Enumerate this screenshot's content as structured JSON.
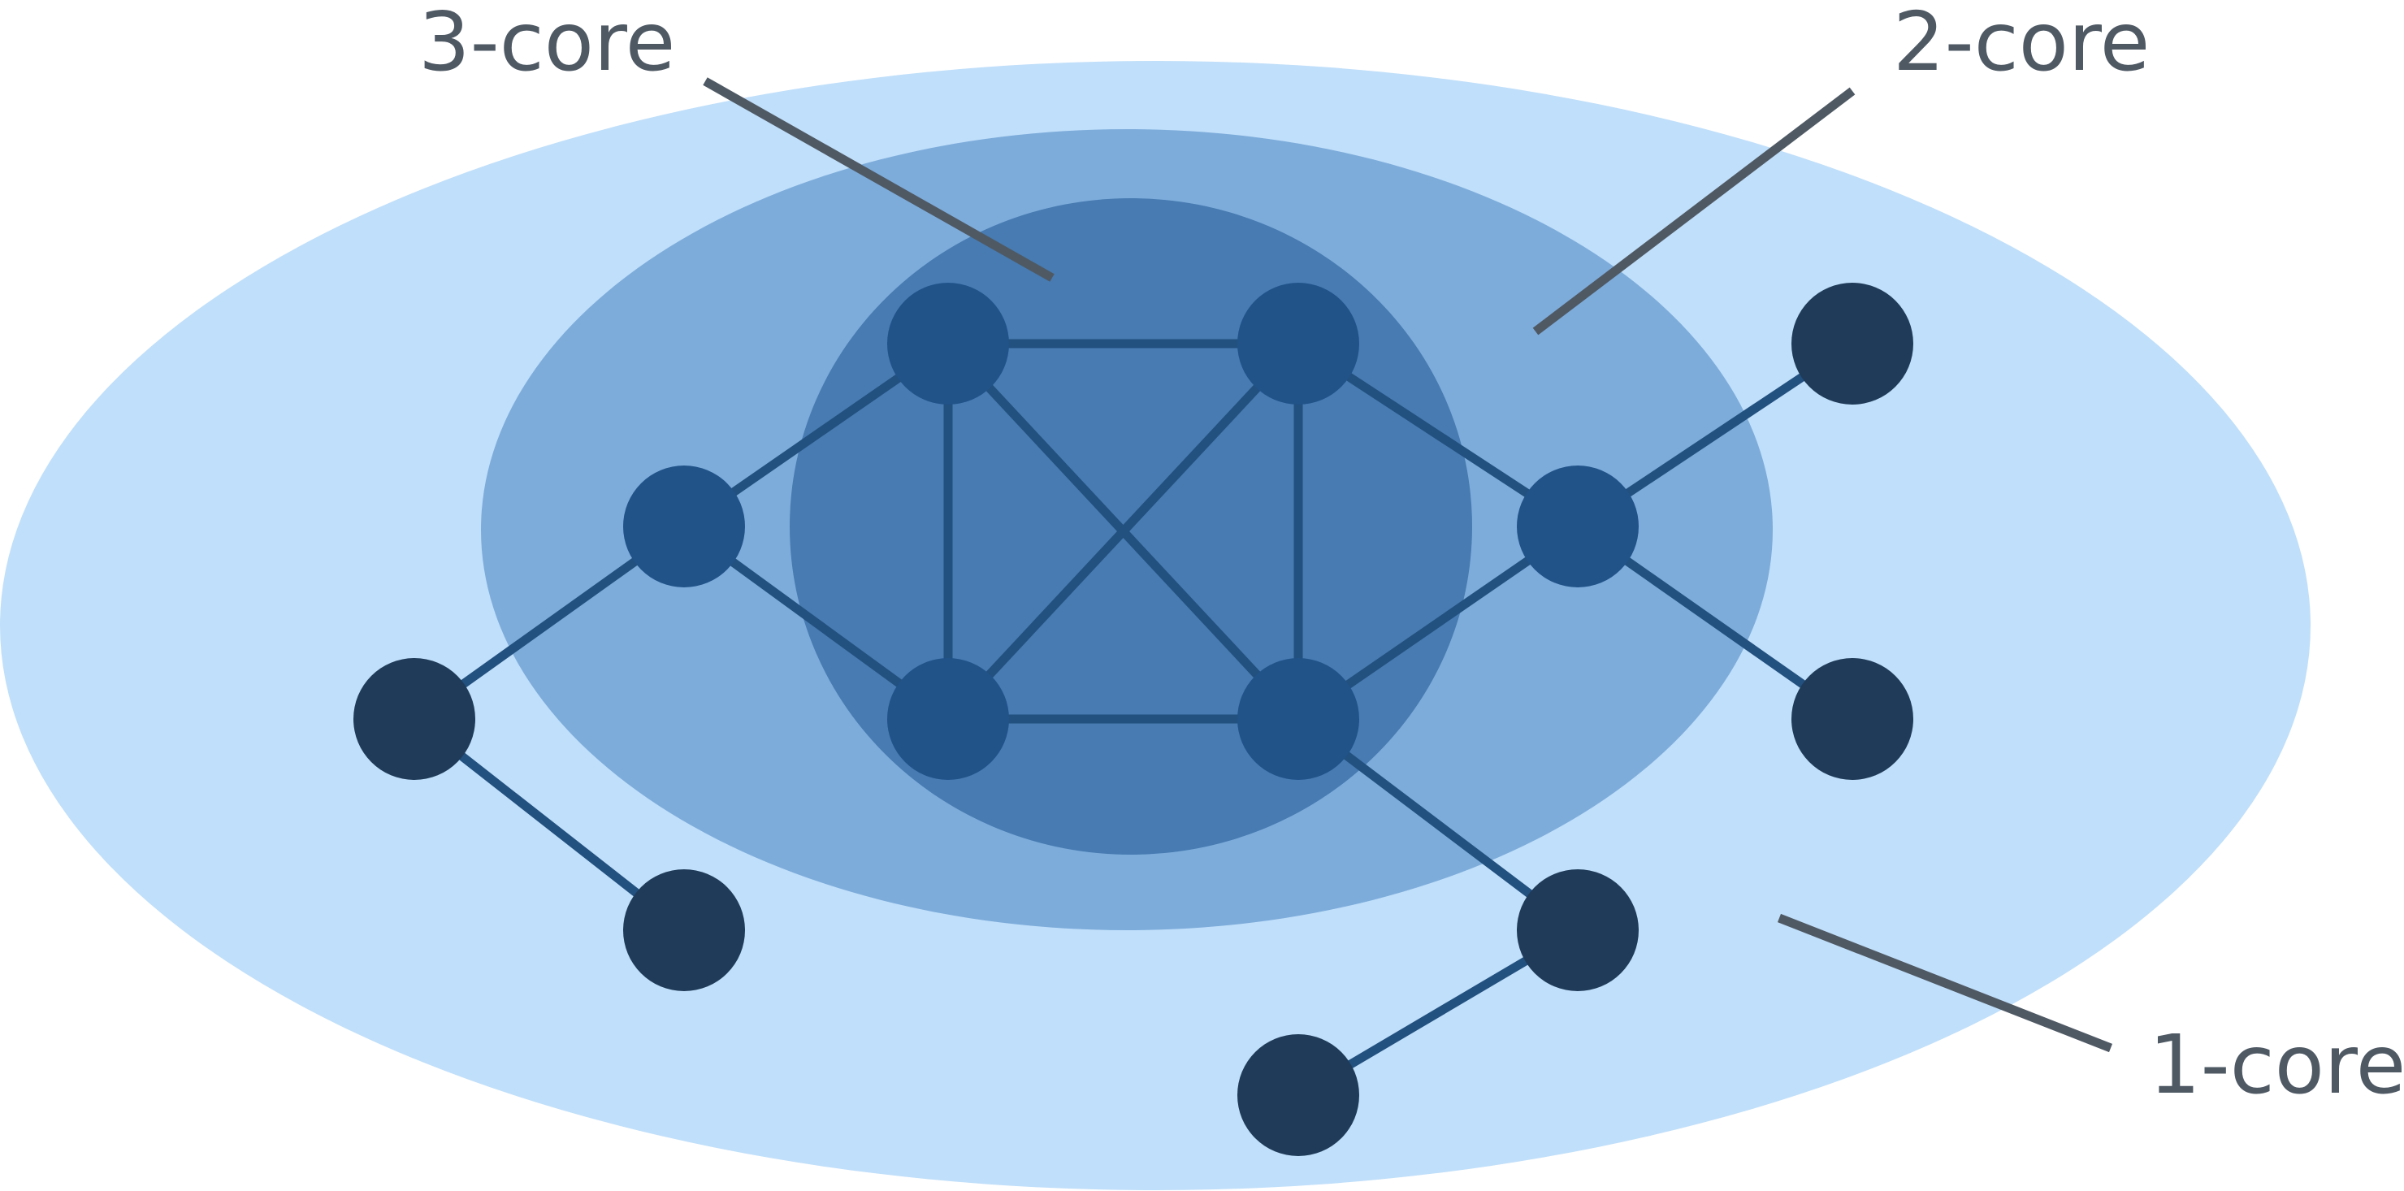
{
  "labels": {
    "core3": "3-core",
    "core2": "2-core",
    "core1": "1-core"
  },
  "colors": {
    "core1_fill": "#c0dffa",
    "core2_fill": "#7dacdb",
    "core3_fill": "#477bb1",
    "inner_node": "#215389",
    "outer_node": "#1f3b59",
    "edge": "#22507f",
    "label_text": "#4f5964"
  }
}
